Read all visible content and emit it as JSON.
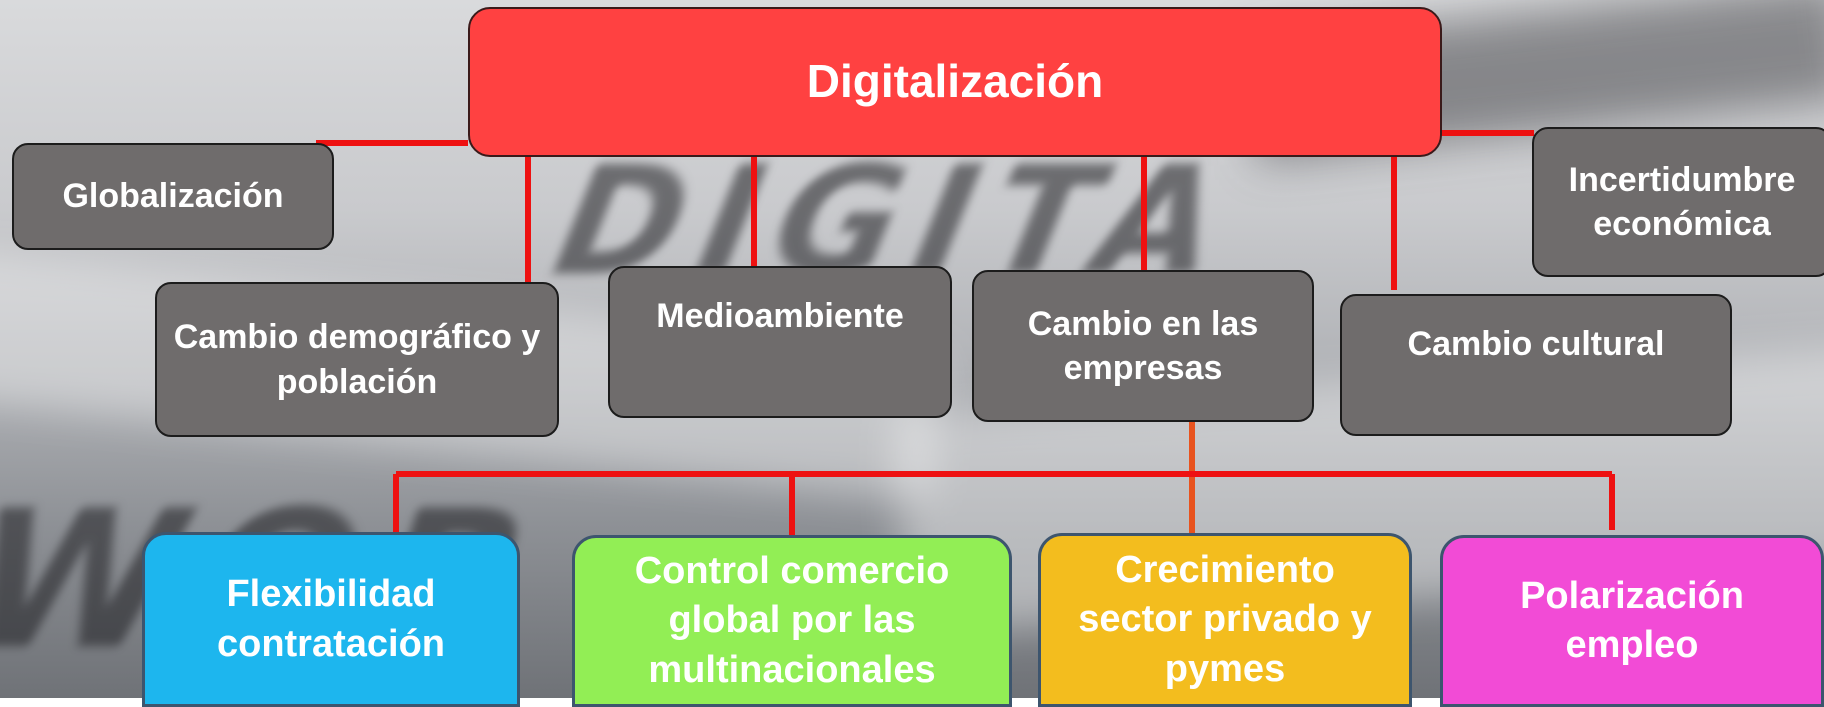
{
  "root": {
    "label": "Digitalización"
  },
  "factors": {
    "globalizacion": "Globalización",
    "cambio_demografico": "Cambio demográfico y población",
    "medioambiente": "Medioambiente",
    "cambio_empresas": "Cambio en las empresas",
    "cambio_cultural": "Cambio cultural",
    "incertidumbre": "Incertidumbre económica"
  },
  "effects": {
    "flexibilidad": "Flexibilidad contratación",
    "control_comercio": "Control comercio global por las multinacionales",
    "crecimiento": "Crecimiento sector privado y pymes",
    "polarizacion": "Polarización empleo"
  },
  "colors": {
    "root": "#ff4141",
    "factor": "#6f6c6c",
    "connector": "#ee1111",
    "flexibilidad": "#1db6ee",
    "control_comercio": "#92ee55",
    "crecimiento": "#f3bd1e",
    "polarizacion": "#f24bd6"
  }
}
